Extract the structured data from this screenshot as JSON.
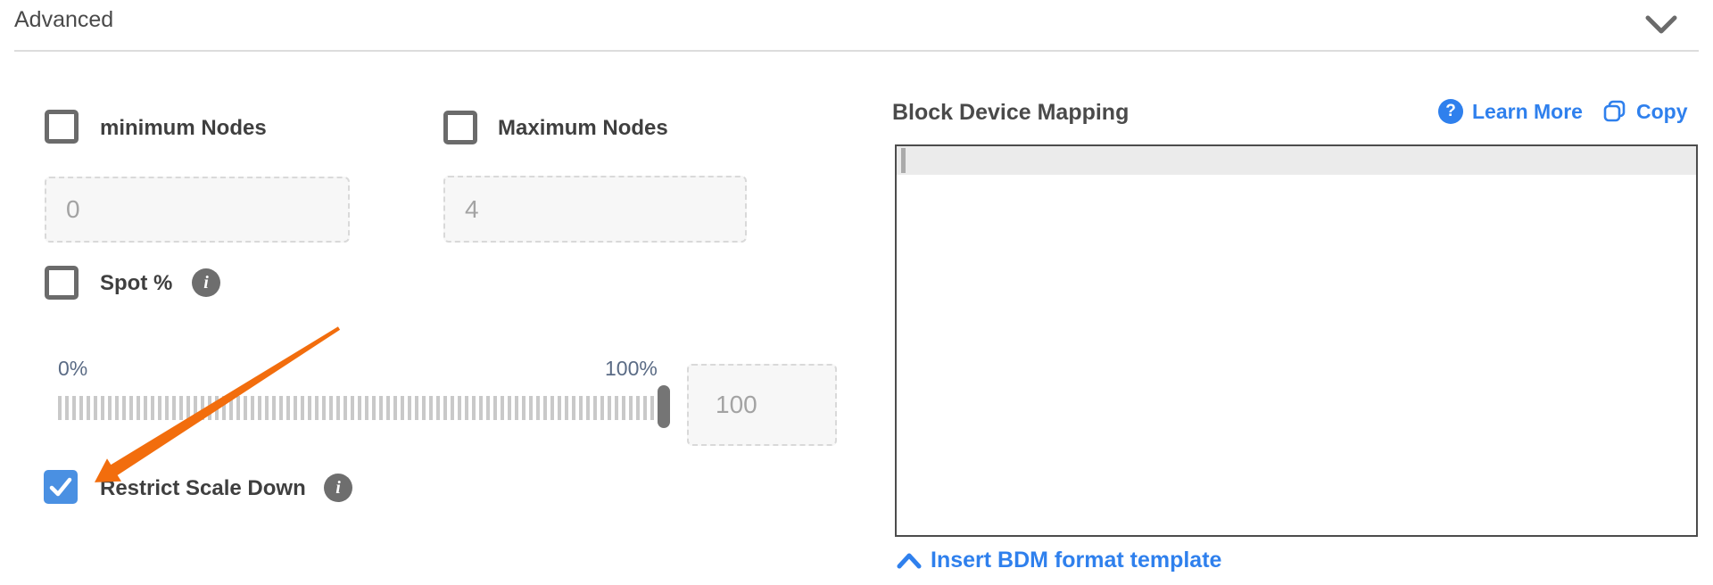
{
  "header": {
    "title": "Advanced"
  },
  "left_panel": {
    "min_nodes": {
      "label": "minimum Nodes",
      "checked": false,
      "value": "0"
    },
    "max_nodes": {
      "label": "Maximum Nodes",
      "checked": false,
      "value": "4"
    },
    "spot": {
      "label": "Spot %",
      "checked": false
    },
    "slider": {
      "min_label": "0%",
      "max_label": "100%",
      "value": "100",
      "position_pct": 100
    },
    "restrict_scale_down": {
      "label": "Restrict Scale Down",
      "checked": true
    }
  },
  "right_panel": {
    "title": "Block Device Mapping",
    "learn_more_label": "Learn More",
    "copy_label": "Copy",
    "editor_value": "",
    "insert_template_label": "Insert BDM format template"
  },
  "icons": {
    "info_glyph": "i",
    "question_glyph": "?"
  },
  "colors": {
    "accent_blue": "#2f80ed",
    "checkbox_checked_blue": "#4a90e2",
    "annotation_orange": "#f26d0d",
    "slider_label_slate": "#5a6b85",
    "placeholder_gray": "#a3a3a3"
  }
}
